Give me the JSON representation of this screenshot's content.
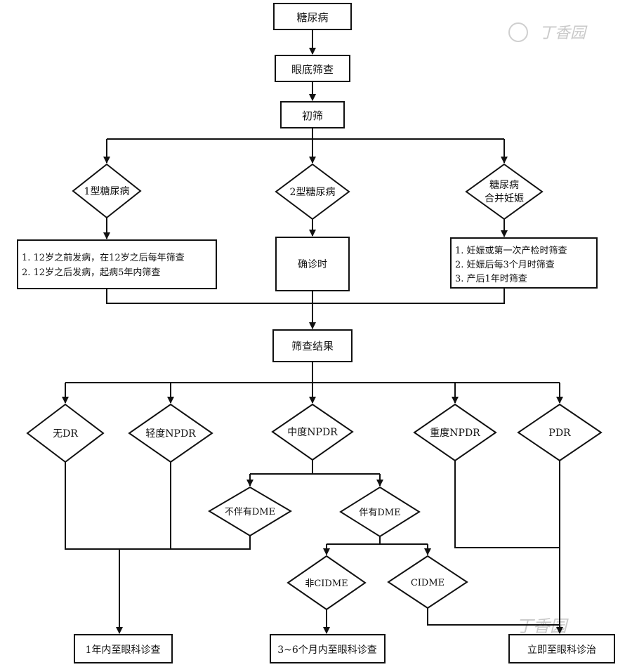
{
  "watermark_top": "丁香园",
  "watermark_bottom": "丁香园",
  "nodes": {
    "diabetes": "糖尿病",
    "fundus": "眼底筛查",
    "initial": "初筛",
    "type1": "1型糖尿病",
    "type2": "2型糖尿病",
    "pregnancy_l1": "糖尿病",
    "pregnancy_l2": "合并妊娠",
    "type1_rules": [
      "1.  12岁之前发病，在12岁之后每年筛查",
      "2.  12岁之后发病，起病5年内筛查"
    ],
    "type2_rule": "确诊时",
    "pregnancy_rules": [
      "1.  妊娠或第一次产检时筛查",
      "2.  妊娠后每3个月时筛查",
      "3.  产后1年时筛查"
    ],
    "result": "筛查结果",
    "no_dr": "无DR",
    "mild": "轻度NPDR",
    "moderate": "中度NPDR",
    "severe": "重度NPDR",
    "pdr": "PDR",
    "no_dme": "不伴有DME",
    "with_dme": "伴有DME",
    "non_cidme": "非CIDME",
    "cidme": "CIDME",
    "out_1yr": "1年内至眼科诊查",
    "out_3_6": "3~6个月内至眼科诊查",
    "out_now": "立即至眼科诊治"
  }
}
